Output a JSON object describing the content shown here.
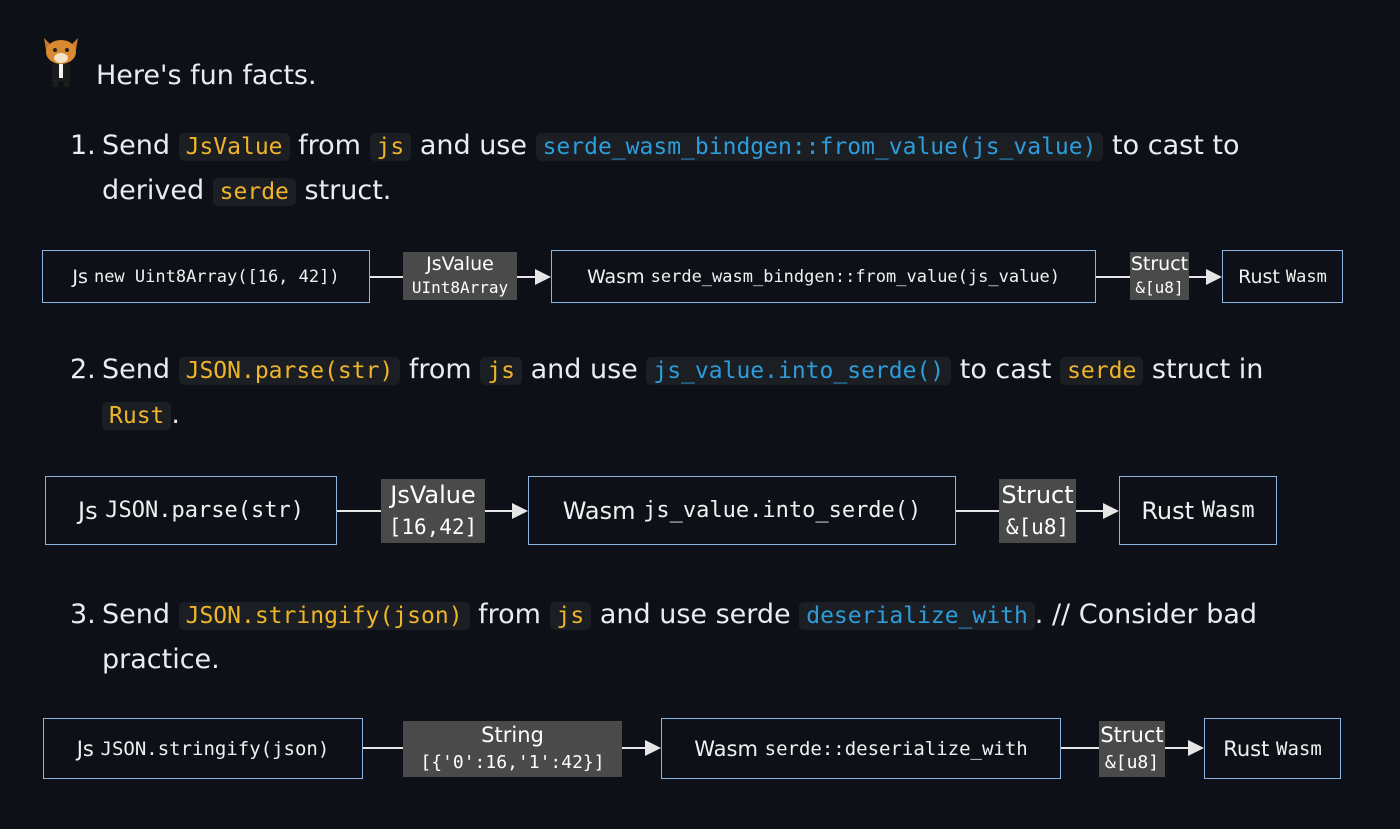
{
  "intro": "Here's fun facts.",
  "items": [
    {
      "number": "1.",
      "segments": [
        {
          "text": "Send ",
          "code": false
        },
        {
          "text": "JsValue",
          "code": "y"
        },
        {
          "text": " from ",
          "code": false
        },
        {
          "text": "js",
          "code": "y"
        },
        {
          "text": " and use ",
          "code": false
        },
        {
          "text": "serde_wasm_bindgen::from_value(js_value)",
          "code": "b"
        },
        {
          "text": " to cast to derived ",
          "code": false
        },
        {
          "text": "serde",
          "code": "y"
        },
        {
          "text": " struct.",
          "code": false
        }
      ]
    },
    {
      "number": "2.",
      "segments": [
        {
          "text": "Send ",
          "code": false
        },
        {
          "text": "JSON.parse(str)",
          "code": "y"
        },
        {
          "text": " from ",
          "code": false
        },
        {
          "text": "js",
          "code": "y"
        },
        {
          "text": " and use ",
          "code": false
        },
        {
          "text": "js_value.into_serde()",
          "code": "b"
        },
        {
          "text": " to cast ",
          "code": false
        },
        {
          "text": "serde",
          "code": "y"
        },
        {
          "text": " struct in ",
          "code": false
        },
        {
          "text": "Rust",
          "code": "y"
        },
        {
          "text": ".",
          "code": false
        }
      ]
    },
    {
      "number": "3.",
      "segments": [
        {
          "text": "Send ",
          "code": false
        },
        {
          "text": "JSON.stringify(json)",
          "code": "y"
        },
        {
          "text": " from ",
          "code": false
        },
        {
          "text": "js",
          "code": "y"
        },
        {
          "text": " and use serde ",
          "code": false
        },
        {
          "text": "deserialize_with",
          "code": "b"
        },
        {
          "text": ". // Consider bad practice.",
          "code": false
        }
      ]
    }
  ],
  "diagrams": [
    {
      "nodes": [
        {
          "word": "Js",
          "mono": "new Uint8Array([16, 42])"
        },
        {
          "word": "Wasm",
          "mono": "serde_wasm_bindgen::from_value(js_value)"
        },
        {
          "word": "Rust",
          "mono": "Wasm"
        }
      ],
      "edges": [
        {
          "title": "JsValue",
          "sub": "UInt8Array"
        },
        {
          "title": "Struct",
          "sub": "&[u8]"
        }
      ]
    },
    {
      "nodes": [
        {
          "word": "Js",
          "mono": "JSON.parse(str)"
        },
        {
          "word": "Wasm",
          "mono": "js_value.into_serde()"
        },
        {
          "word": "Rust",
          "mono": "Wasm"
        }
      ],
      "edges": [
        {
          "title": "JsValue",
          "sub": "[16,42]"
        },
        {
          "title": "Struct",
          "sub": "&[u8]"
        }
      ]
    },
    {
      "nodes": [
        {
          "word": "Js",
          "mono": "JSON.stringify(json)"
        },
        {
          "word": "Wasm",
          "mono": "serde::deserialize_with"
        },
        {
          "word": "Rust",
          "mono": "Wasm"
        }
      ],
      "edges": [
        {
          "title": "String",
          "sub": "[{'0':16,'1':42}]"
        },
        {
          "title": "Struct",
          "sub": "&[u8]"
        }
      ]
    }
  ],
  "colors": {
    "background": "#0d1117",
    "code_yellow": "#f0b429",
    "code_blue": "#2d9cdb",
    "node_border": "#8cb4e0",
    "edge_label_bg": "#4a4a4a"
  },
  "icons": {
    "avatar": "fox-mascot-icon"
  }
}
